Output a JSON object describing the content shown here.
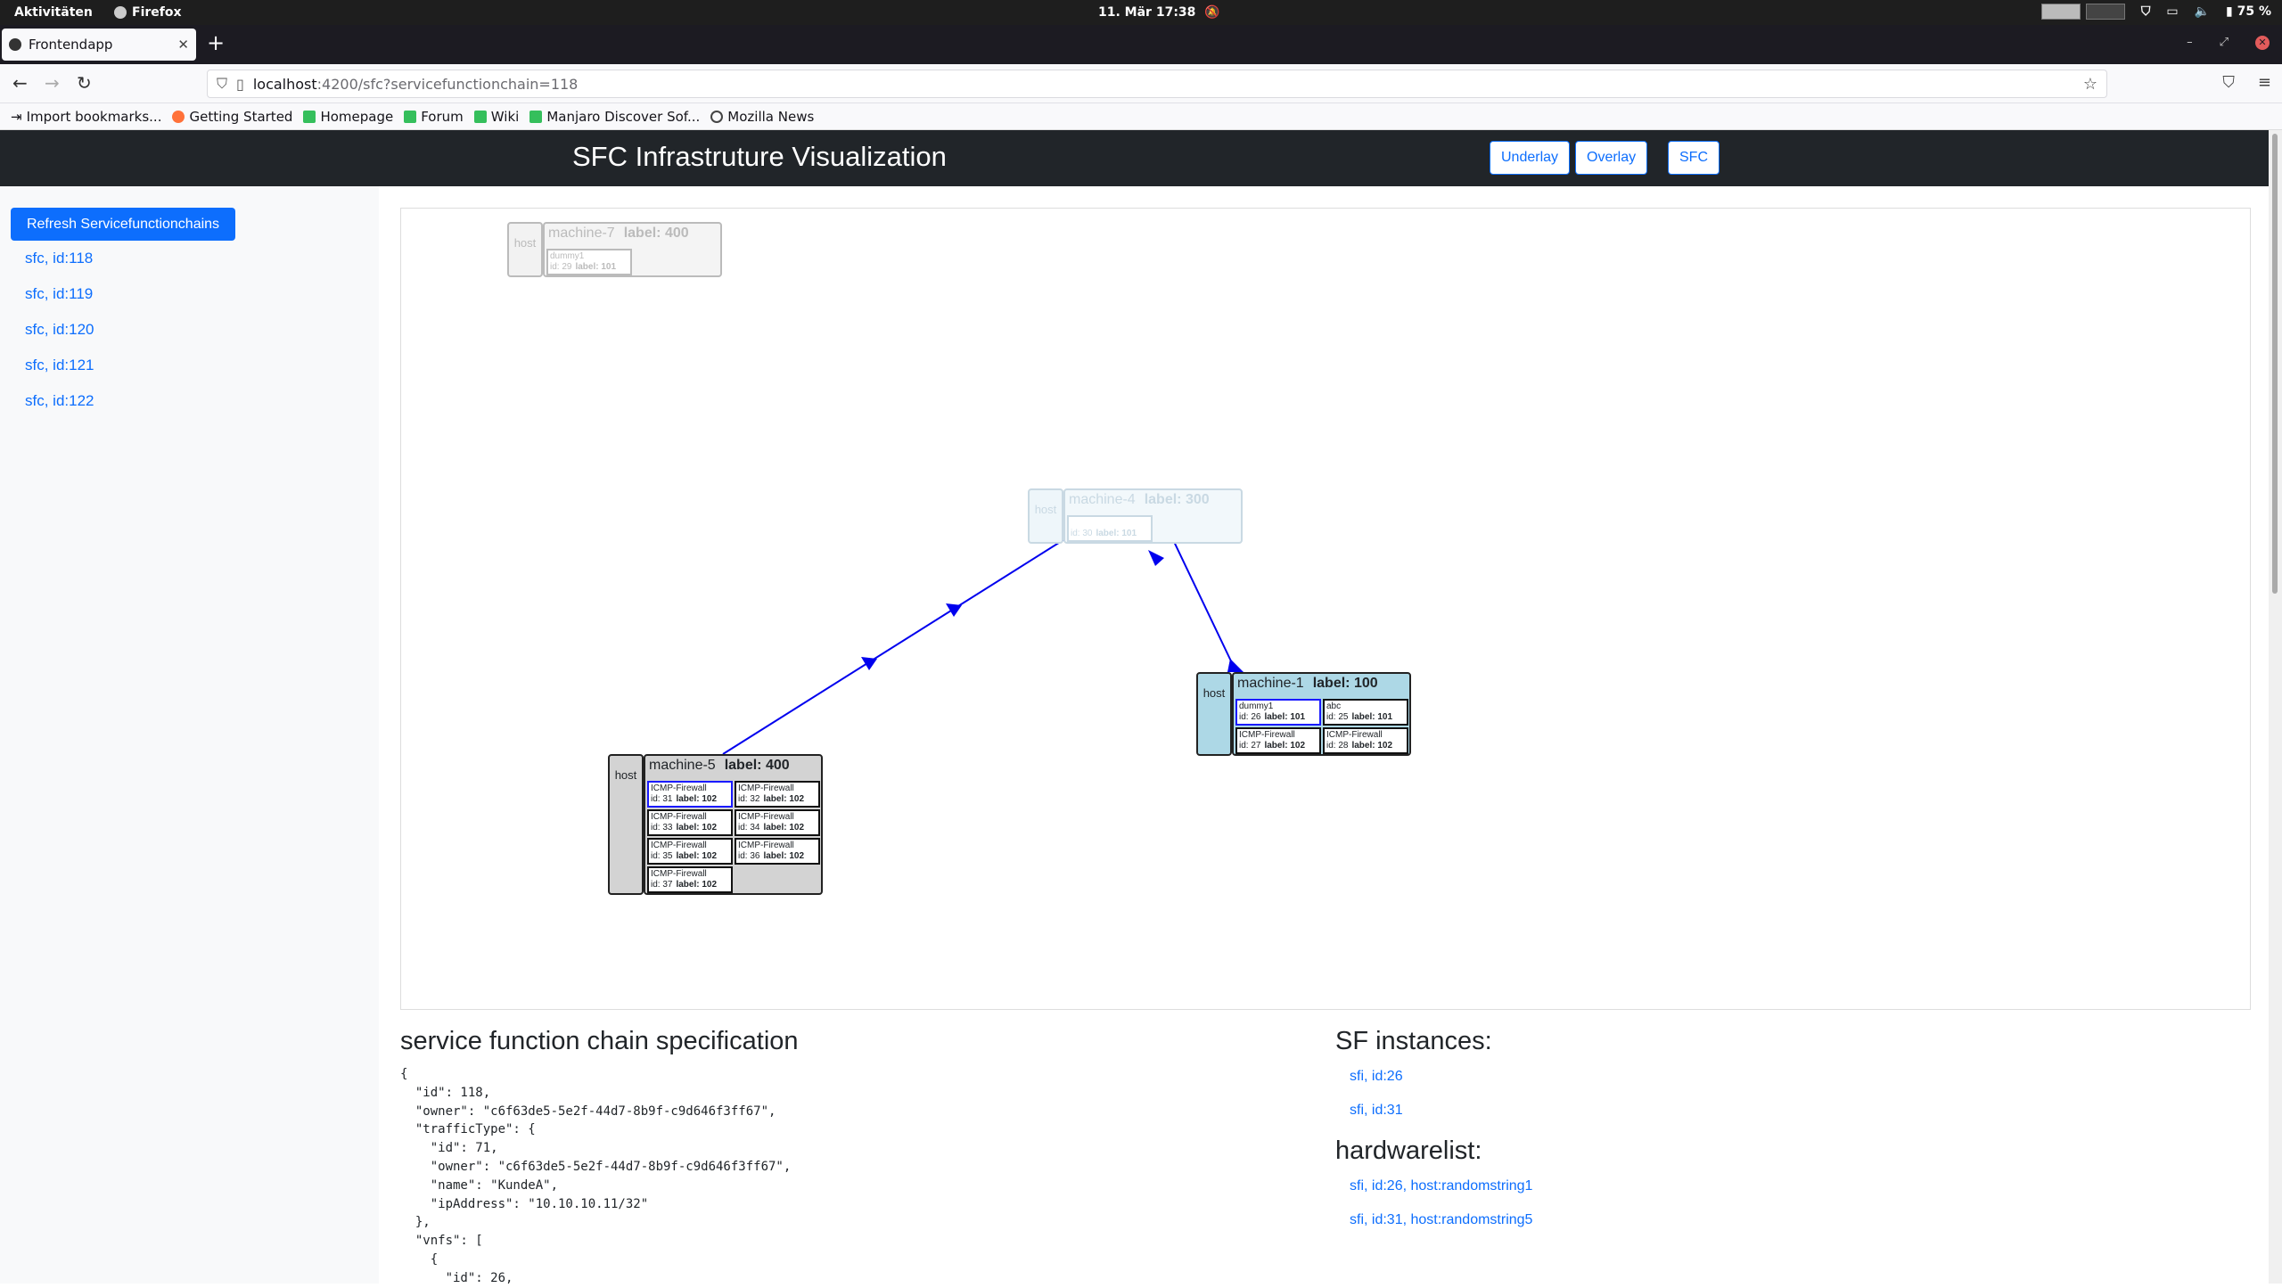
{
  "system": {
    "activities": "Aktivitäten",
    "app": "Firefox",
    "clock": "11. Mär  17:38",
    "battery": "75 %"
  },
  "browser": {
    "tab_title": "Frontendapp",
    "url_host": "localhost",
    "url_path": ":4200/sfc?servicefunctionchain=118",
    "bookmarks": [
      "Import bookmarks...",
      "Getting Started",
      "Homepage",
      "Forum",
      "Wiki",
      "Manjaro Discover Sof...",
      "Mozilla News"
    ]
  },
  "app": {
    "title": "SFC Infrastruture Visualization",
    "nav": [
      "Underlay",
      "Overlay",
      "SFC"
    ]
  },
  "sidebar": {
    "refresh_label": "Refresh Servicefunctionchains",
    "items": [
      "sfc, id:118",
      "sfc, id:119",
      "sfc, id:120",
      "sfc, id:121",
      "sfc, id:122"
    ]
  },
  "graph": {
    "host_label": "host",
    "nodes": [
      {
        "name": "machine-7",
        "label": "label: 400",
        "vnfs": [
          {
            "name": "dummy1",
            "id": "id: 29",
            "label": "label: 101"
          }
        ]
      },
      {
        "name": "machine-4",
        "label": "label: 300",
        "vnfs": [
          {
            "name": "",
            "id": "id: 30",
            "label": "label: 101"
          }
        ]
      },
      {
        "name": "machine-1",
        "label": "label: 100",
        "vnfs": [
          {
            "name": "dummy1",
            "id": "id: 26",
            "label": "label: 101"
          },
          {
            "name": "abc",
            "id": "id: 25",
            "label": "label: 101"
          },
          {
            "name": "ICMP-Firewall",
            "id": "id: 27",
            "label": "label: 102"
          },
          {
            "name": "ICMP-Firewall",
            "id": "id: 28",
            "label": "label: 102"
          }
        ]
      },
      {
        "name": "machine-5",
        "label": "label: 400",
        "vnfs": [
          {
            "name": "ICMP-Firewall",
            "id": "id: 31",
            "label": "label: 102"
          },
          {
            "name": "ICMP-Firewall",
            "id": "id: 32",
            "label": "label: 102"
          },
          {
            "name": "ICMP-Firewall",
            "id": "id: 33",
            "label": "label: 102"
          },
          {
            "name": "ICMP-Firewall",
            "id": "id: 34",
            "label": "label: 102"
          },
          {
            "name": "ICMP-Firewall",
            "id": "id: 35",
            "label": "label: 102"
          },
          {
            "name": "ICMP-Firewall",
            "id": "id: 36",
            "label": "label: 102"
          },
          {
            "name": "ICMP-Firewall",
            "id": "id: 37",
            "label": "label: 102"
          }
        ]
      }
    ],
    "link_color": "#0000ee"
  },
  "spec": {
    "heading": "service function chain specification",
    "json_lines": [
      "{",
      "  \"id\": 118,",
      "  \"owner\": \"c6f63de5-5e2f-44d7-8b9f-c9d646f3ff67\",",
      "  \"trafficType\": {",
      "    \"id\": 71,",
      "    \"owner\": \"c6f63de5-5e2f-44d7-8b9f-c9d646f3ff67\",",
      "    \"name\": \"KundeA\",",
      "    \"ipAddress\": \"10.10.10.11/32\"",
      "  },",
      "  \"vnfs\": [",
      "    {",
      "      \"id\": 26,"
    ]
  },
  "sf_instances": {
    "heading": "SF instances:",
    "items": [
      "sfi, id:26",
      "sfi, id:31"
    ]
  },
  "hardwarelist": {
    "heading": "hardwarelist:",
    "items": [
      "sfi, id:26, host:randomstring1",
      "sfi, id:31, host:randomstring5"
    ]
  }
}
